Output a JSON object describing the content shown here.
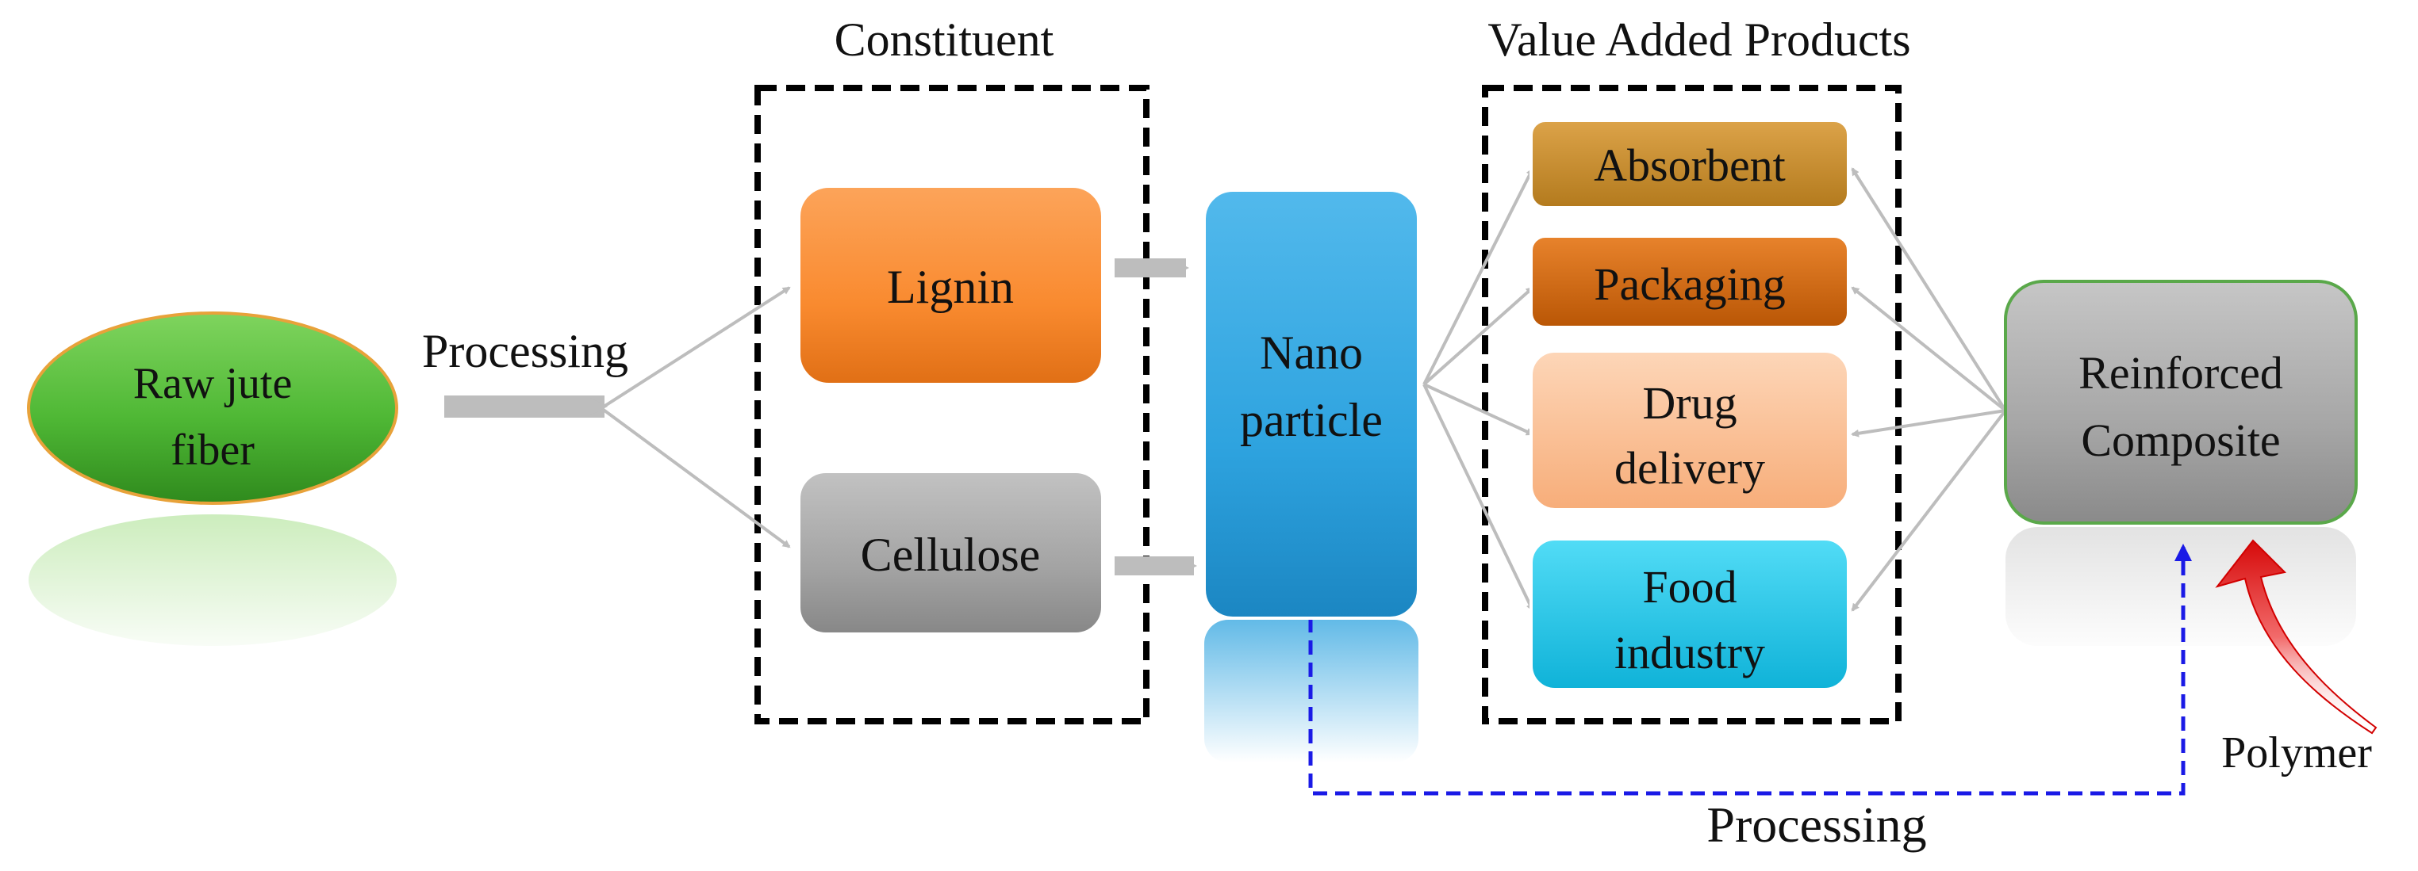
{
  "labels": {
    "constituent_title": "Constituent",
    "value_added_title": "Value Added Products",
    "processing_top": "Processing",
    "processing_bottom": "Processing",
    "polymer": "Polymer"
  },
  "nodes": {
    "raw_jute": [
      "Raw jute",
      "fiber"
    ],
    "lignin": "Lignin",
    "cellulose": "Cellulose",
    "nano": [
      "Nano",
      "particle"
    ],
    "absorbent": "Absorbent",
    "packaging": "Packaging",
    "drug": [
      "Drug",
      "delivery"
    ],
    "food": [
      "Food",
      "industry"
    ],
    "composite": [
      "Reinforced",
      "Composite"
    ]
  },
  "colors": {
    "raw_jute": "#5bbf3f",
    "lignin": "#f98a2f",
    "cellulose": "#a6a6a6",
    "nano": "#2ea3df",
    "absorbent": "#c98f2e",
    "packaging": "#d9690c",
    "drug": "#fbc39a",
    "food": "#16c9f0",
    "composite": "#a8a8a8",
    "connector": "#bdbdbd",
    "dashed_link": "#1a1ae6",
    "polymer_arrow": "#e01010"
  }
}
